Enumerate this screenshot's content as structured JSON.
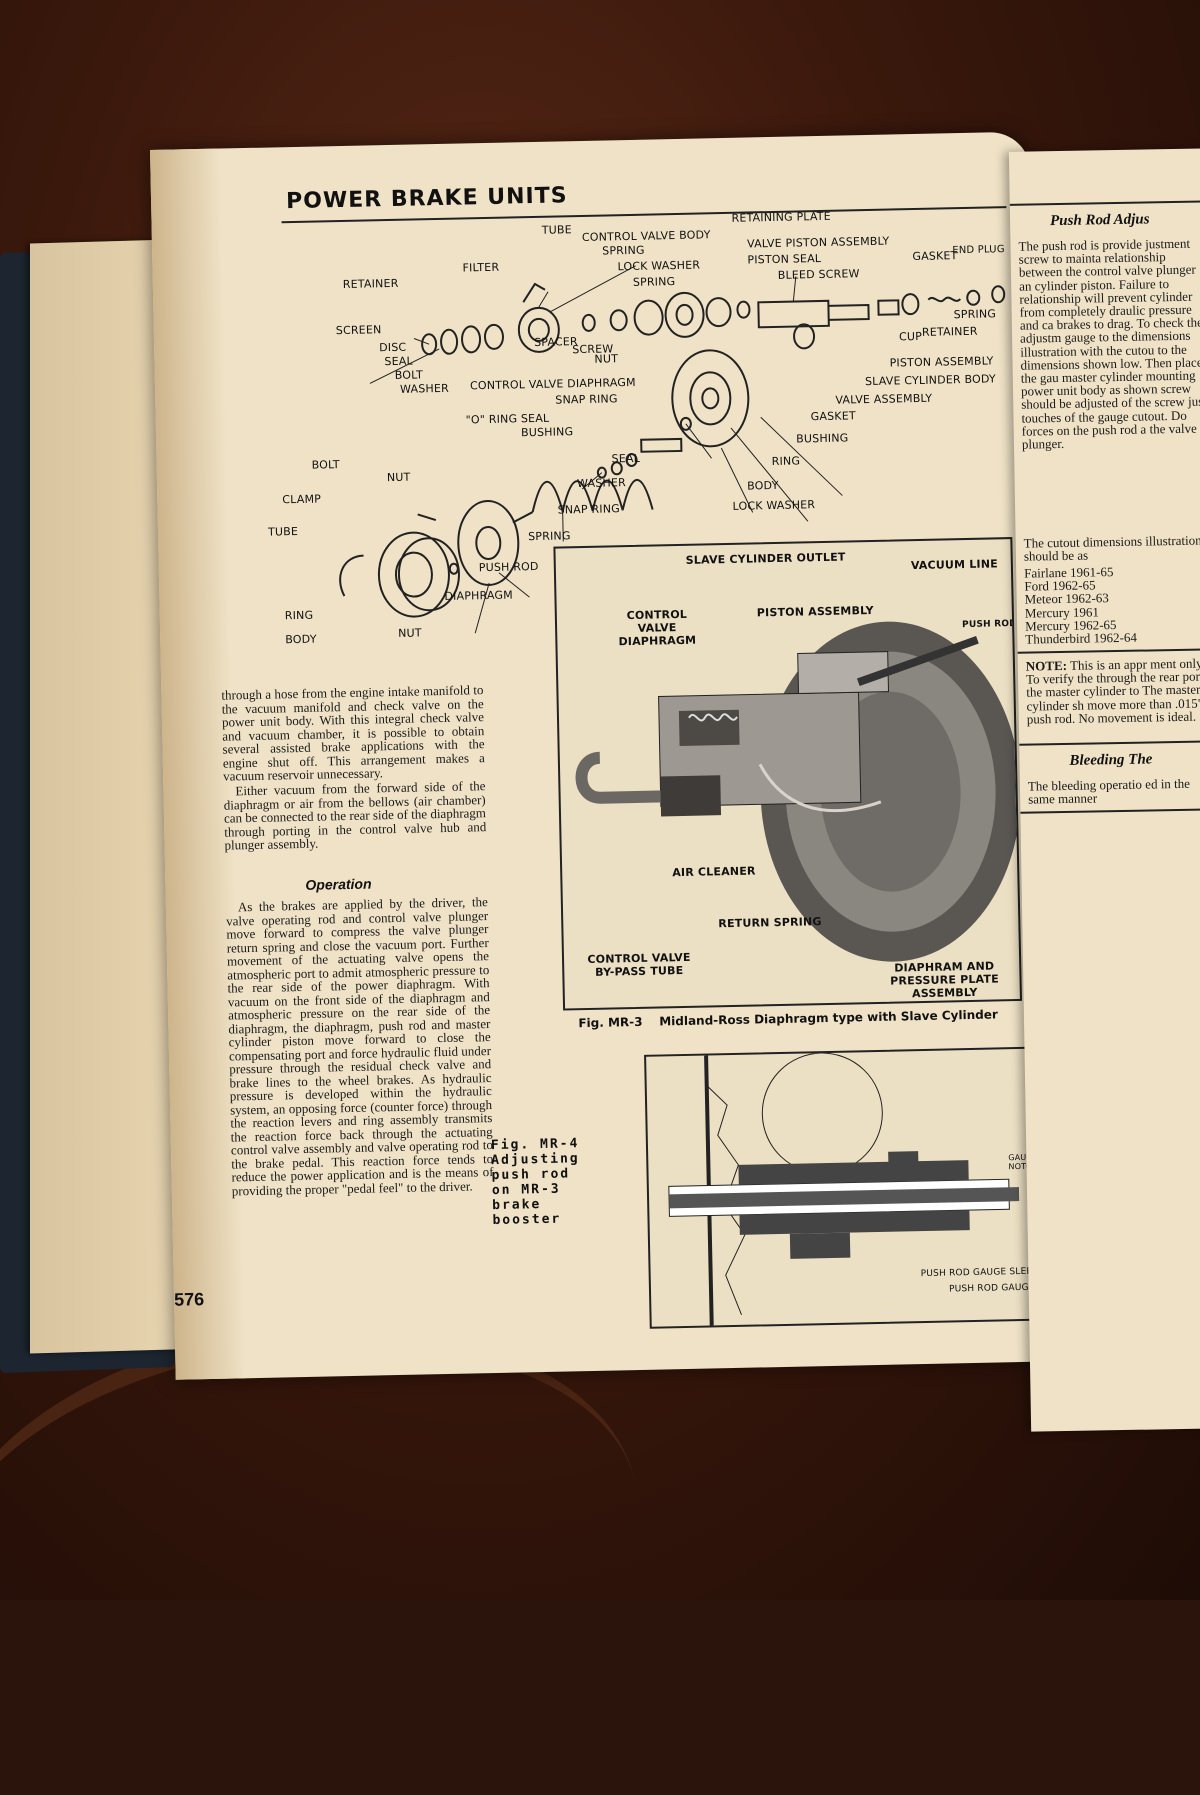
{
  "page": {
    "section_title": "POWER BRAKE UNITS",
    "page_number": "576"
  },
  "exploded_view_labels": {
    "tube": "TUBE",
    "control_valve_body": "CONTROL VALVE BODY",
    "retaining_plate": "RETAINING PLATE",
    "spring_top": "SPRING",
    "valve_piston_assembly": "VALVE PISTON ASSEMBLY",
    "filter": "FILTER",
    "lock_washer_top": "LOCK WASHER",
    "piston_seal": "PISTON SEAL",
    "gasket_top": "GASKET",
    "end_plug": "END PLUG",
    "retainer_left": "RETAINER",
    "spring_mid": "SPRING",
    "bleed_screw": "BLEED SCREW",
    "screen": "SCREEN",
    "spring_right": "SPRING",
    "disc": "DISC",
    "spacer": "SPACER",
    "retainer_right": "RETAINER",
    "seal": "SEAL",
    "screw": "SCREW",
    "cup": "CUP",
    "bolt_top": "BOLT",
    "nut_top": "NUT",
    "piston_assembly": "PISTON ASSEMBLY",
    "washer_top": "WASHER",
    "control_valve_diaphragm": "CONTROL VALVE DIAPHRAGM",
    "slave_cylinder_body": "SLAVE CYLINDER BODY",
    "snap_ring_top": "SNAP RING",
    "valve_assembly": "VALVE ASSEMBLY",
    "o_ring_seal": "\"O\" RING SEAL",
    "gasket_mid": "GASKET",
    "bushing_left": "BUSHING",
    "bushing_right": "BUSHING",
    "bolt_left": "BOLT",
    "seal_mid": "SEAL",
    "nut_left": "NUT",
    "ring_mid": "RING",
    "clamp": "CLAMP",
    "washer_mid": "WASHER",
    "body_mid": "BODY",
    "snap_ring_low": "SNAP RING",
    "lock_washer_low": "LOCK WASHER",
    "tube_left": "TUBE",
    "spring_low": "SPRING",
    "push_rod": "PUSH ROD",
    "diaphragm": "DIAPHRAGM",
    "ring_low": "RING",
    "body_low": "BODY",
    "nut_low": "NUT"
  },
  "left_column": {
    "paragraph1": "through a hose from the engine intake manifold to the vacuum manifold and check valve on the power unit body. With this integral check valve and vacuum chamber, it is possible to obtain several assisted brake applications with the engine shut off. This arrangement makes a vacuum reservoir unnecessary.",
    "paragraph2": "Either vacuum from the forward side of the diaphragm or air from the bellows (air chamber) can be connected to the rear side of the diaphragm through porting in the control valve hub and plunger assembly.",
    "operation_title": "Operation",
    "operation_text": "As the brakes are applied by the driver, the valve operating rod and control valve plunger move forward to compress the valve plunger return spring and close the vacuum port. Further movement of the actuating valve opens the atmospheric port to admit atmospheric pressure to the rear side of the power diaphragm. With vacuum on the front side of the diaphragm and atmospheric pressure on the rear side of the diaphragm, the diaphragm, push rod and master cylinder piston move forward to close the compensating port and force hydraulic fluid under pressure through the residual check valve and brake lines to the wheel brakes. As hydraulic pressure is developed within the hydraulic system, an opposing force (counter force) through the reaction levers and ring assembly transmits the reaction force back through the actuating control valve assembly and valve operating rod to the brake pedal. This reaction force tends to reduce the power application and is the means of providing the proper \"pedal feel\" to the driver."
  },
  "fig_mr3": {
    "labels": {
      "slave_cylinder_outlet": "SLAVE CYLINDER OUTLET",
      "vacuum_line": "VACUUM LINE",
      "control_valve_diaphragm": "CONTROL VALVE DIAPHRAGM",
      "piston_assembly": "PISTON ASSEMBLY",
      "push_rod": "PUSH ROD",
      "air_cleaner": "AIR CLEANER",
      "return_spring": "RETURN SPRING",
      "control_valve_bypass_tube": "CONTROL VALVE BY-PASS TUBE",
      "diaphram_pressure_plate": "DIAPHRAM AND PRESSURE PLATE ASSEMBLY"
    },
    "caption_id": "Fig. MR-3",
    "caption_text": "Midland-Ross Diaphragm type with Slave Cylinder"
  },
  "fig_mr4": {
    "caption": "Fig. MR-4 Adjusting push rod on MR-3 brake booster",
    "label_gauge_notch": "GAUGE NOTCH",
    "label_sleeve": "PUSH ROD GAUGE SLEEVE",
    "label_rod": "PUSH ROD GAUGE ROD"
  },
  "right_page": {
    "title": "Push Rod Adjus",
    "text": "The push rod is provide justment screw to mainta relationship between the control valve plunger an cylinder piston. Failure to relationship will prevent cylinder from completely draulic pressure and ca brakes to drag. To check the adjustm gauge to the dimensions illustration with the cutou to the dimensions shown low. Then place the gau master cylinder mounting power unit body as shown screw should be adjusted of the screw just touches of the gauge cutout. Do forces on the push rod a the valve plunger.",
    "cutout_intro": "The cutout dimensions illustration should be as",
    "specs": [
      "Fairlane 1961-65",
      "Ford 1962-65",
      "Meteor 1962-63",
      "Mercury 1961",
      "Mercury 1962-65",
      "Thunderbird 1962-64"
    ],
    "note_label": "NOTE:",
    "note_text": "This is an appr ment only. To verify the through the rear port the master cylinder to The master cylinder sh move more than .015\" a push rod. No movement is ideal.",
    "bleeding_title": "Bleeding The",
    "bleeding_text": "The bleeding operatio ed in the same manner"
  }
}
